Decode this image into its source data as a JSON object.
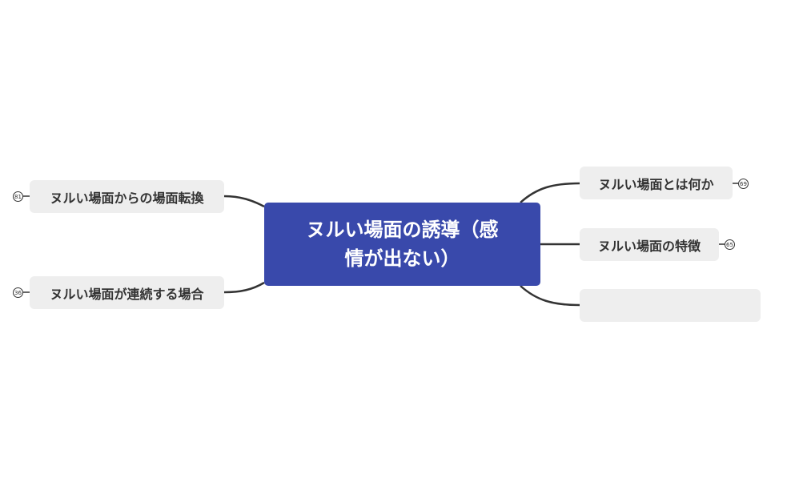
{
  "central_topic": {
    "label": "ヌルい場面の誘導（感情が出ない）",
    "line1": "ヌルい場面の誘導（感",
    "line2": "情が出ない）",
    "color": "#3949ab"
  },
  "left_topics": [
    {
      "label": "ヌルい場面からの場面転換",
      "badge": "81"
    },
    {
      "label": "ヌルい場面が連続する場合",
      "badge": "36"
    }
  ],
  "right_topics": [
    {
      "label": "ヌルい場面とは何か",
      "badge": "69"
    },
    {
      "label": "ヌルい場面の特徴",
      "badge": "65"
    },
    {
      "label": "",
      "badge": ""
    }
  ],
  "colors": {
    "topic_bg": "#eeeeee",
    "line": "#333333",
    "text": "#333333"
  }
}
